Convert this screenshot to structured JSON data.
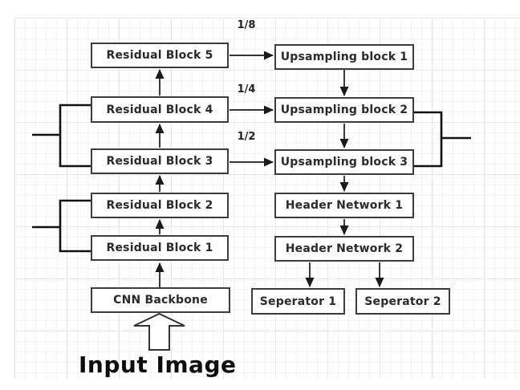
{
  "diagram": {
    "type": "flowchart",
    "blocks": {
      "residual5": {
        "label": "Residual Block 5"
      },
      "residual4": {
        "label": "Residual Block 4"
      },
      "residual3": {
        "label": "Residual Block 3"
      },
      "residual2": {
        "label": "Residual Block 2"
      },
      "residual1": {
        "label": "Residual Block 1"
      },
      "backbone": {
        "label": "CNN Backbone"
      },
      "upsampling1": {
        "label": "Upsampling block 1"
      },
      "upsampling2": {
        "label": "Upsampling block 2"
      },
      "upsampling3": {
        "label": "Upsampling block 3"
      },
      "header1": {
        "label": "Header Network 1"
      },
      "header2": {
        "label": "Header Network 2"
      },
      "seperator1": {
        "label": "Seperator 1"
      },
      "seperator2": {
        "label": "Seperator 2"
      }
    },
    "scales": {
      "eighth": "1/8",
      "quarter": "1/4",
      "half": "1/2"
    },
    "input_label": "Input Image",
    "colors": {
      "box_border": "#3d3d3d",
      "line": "#1a1a1a",
      "text": "#2a2a2a",
      "grid_fine": "#f3f3f3",
      "grid_major": "#e7e7e7",
      "background": "#ffffff"
    }
  }
}
